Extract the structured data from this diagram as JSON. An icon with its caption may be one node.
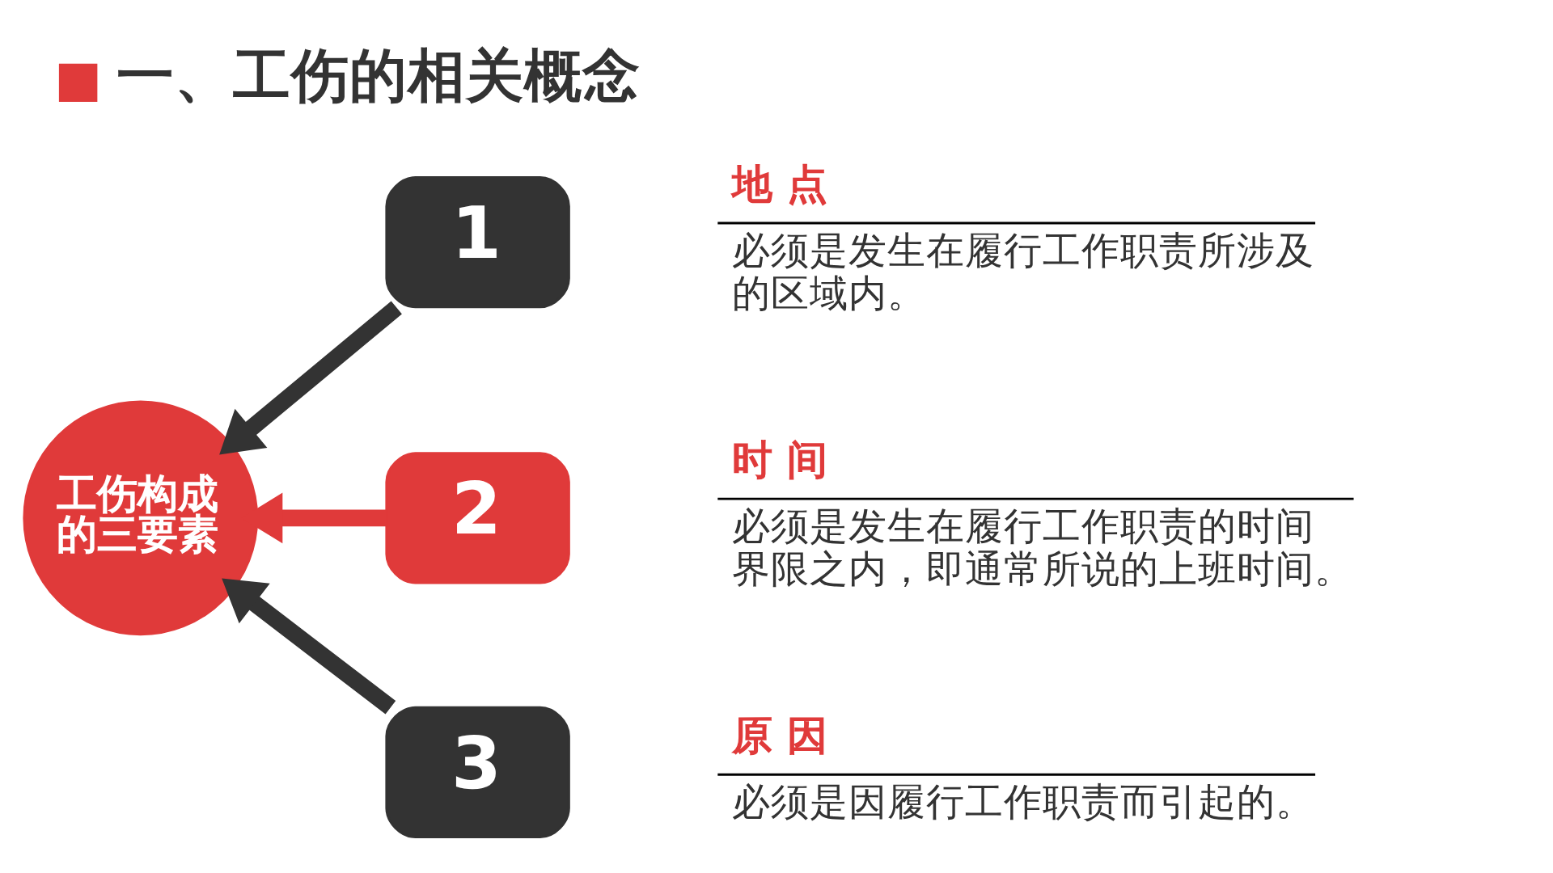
{
  "diagram": {
    "title": "一、工伤的相关概念",
    "nodes": [
      {
        "text": [
          "工伤构成的三要素"
        ]
      },
      {
        "text": [
          "1"
        ],
        "beside": [
          "地 点",
          "必须是发生在履行工作职责所涉及的区域内。"
        ]
      },
      {
        "text": [
          "2"
        ],
        "beside": [
          "时 间",
          "必须是发生在履行工作职责的时间界限之内，即通常所说的上班时间。"
        ]
      },
      {
        "text": [
          "3"
        ],
        "beside": [
          "原 因",
          "必须是因履行工作职责而引起的。"
        ]
      }
    ],
    "edges": [
      {
        "from": 1,
        "to": 0,
        "arrow": "to"
      },
      {
        "from": 2,
        "to": 0,
        "arrow": "to",
        "color": "#e03a3a"
      },
      {
        "from": 3,
        "to": 0,
        "arrow": "to"
      }
    ]
  }
}
